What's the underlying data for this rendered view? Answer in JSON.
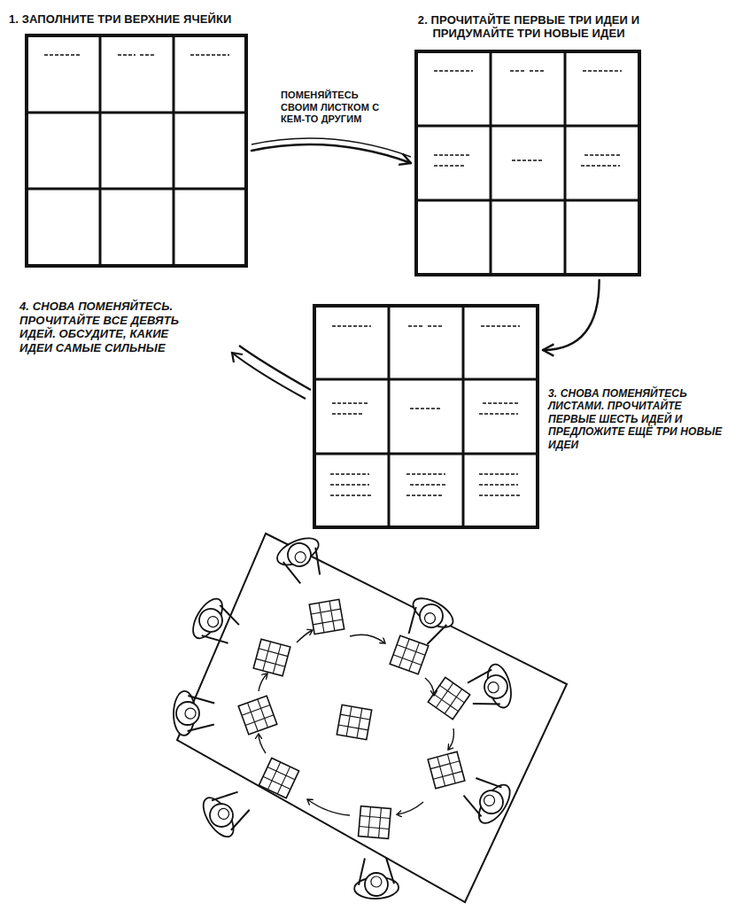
{
  "diagram": {
    "nodes": [
      {
        "text": [
          "1. ЗАПОЛНИТЕ ТРИ ВЕРХНИЕ ЯЧЕЙКИ"
        ]
      },
      {
        "text": [
          "2. ПРОЧИТАЙТЕ ПЕРВЫЕ ТРИ ИДЕИ И ПРИДУМАЙТЕ ТРИ НОВЫЕ ИДЕИ"
        ]
      },
      {
        "text": [
          "3. СНОВА ПОМЕНЯЙТЕСЬ ЛИСТАМИ. ПРОЧИТАЙТЕ ПЕРВЫЕ ШЕСТЬ ИДЕЙ И ПРЕДЛОЖИТЕ ЕЩЁ ТРИ НОВЫЕ ИДЕИ"
        ]
      }
    ],
    "edges": [
      {
        "from": 0,
        "to": 1,
        "arrow": "to",
        "label": "ПОМЕНЯЙТЕСЬ СВОИМ ЛИСТКОМ С КЕМ-ТО ДРУГИМ"
      },
      {
        "from": 1,
        "to": 2,
        "arrow": "to"
      }
    ],
    "labels": [
      "4. СНОВА ПОМЕНЯЙТЕСЬ. ПРОЧИТАЙТЕ ВСЕ ДЕВЯТЬ ИДЕЙ. ОБСУДИТЕ, КАКИЕ ИДЕИ САМЫЕ СИЛЬНЫЕ"
    ]
  }
}
